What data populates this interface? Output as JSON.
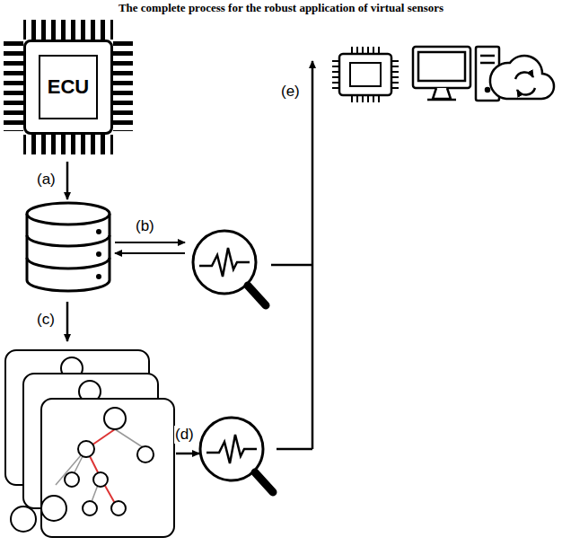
{
  "diagram": {
    "title": "The complete process for the robust application of virtual sensors",
    "nodes": [
      {
        "text": [
          "ECU"
        ]
      }
    ],
    "labels": [
      "(a)",
      "(b)",
      "(c)",
      "(d)",
      "(e)"
    ]
  }
}
